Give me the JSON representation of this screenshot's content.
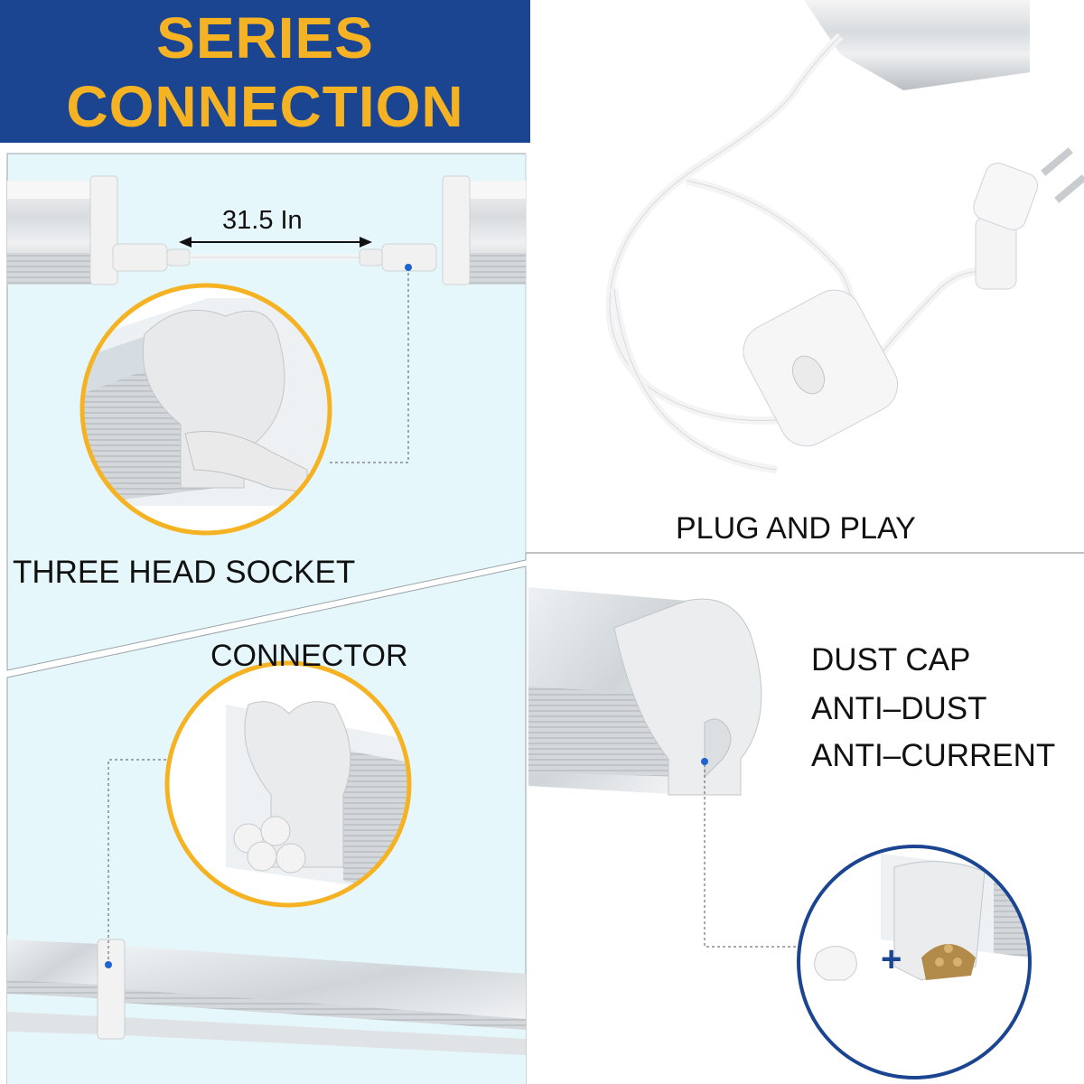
{
  "banner": {
    "line1": "SERIES",
    "line2": "CONNECTION"
  },
  "labels": {
    "length": "31.5 In",
    "plug_and_play": "PLUG AND PLAY",
    "three_head_socket": "THREE HEAD SOCKET",
    "connector": "CONNECTOR",
    "dust_cap_1": "DUST CAP",
    "dust_cap_2": "ANTI–DUST",
    "dust_cap_3": "ANTI–CURRENT",
    "plus": "+"
  },
  "colors": {
    "banner_bg": "#1c4591",
    "banner_text": "#f5b323",
    "panel_bg": "#e6f7fc",
    "circle_yellow": "#f5b323",
    "circle_blue": "#1c4591",
    "marker_blue": "#1e64d0"
  }
}
